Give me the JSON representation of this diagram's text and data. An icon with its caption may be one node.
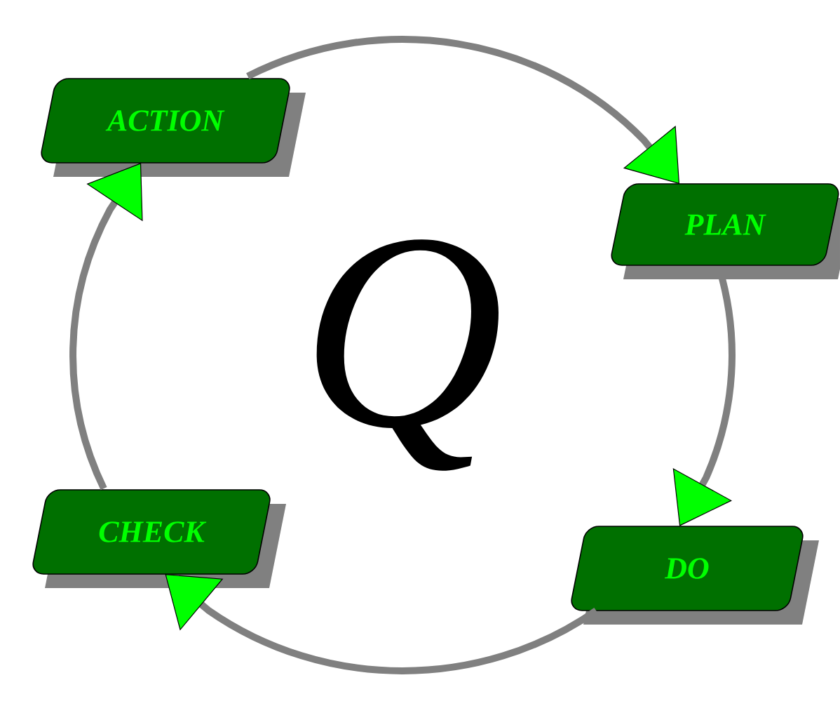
{
  "diagram": {
    "nodes": [
      {
        "text": [
          "ACTION"
        ]
      },
      {
        "text": [
          "PLAN"
        ]
      },
      {
        "text": [
          "Q"
        ]
      },
      {
        "text": [
          "CHECK"
        ]
      },
      {
        "text": [
          "DO"
        ]
      }
    ],
    "edges": [
      {
        "from": 0,
        "to": 1,
        "arrow": "to"
      },
      {
        "from": 1,
        "to": 4,
        "arrow": "to"
      },
      {
        "from": 4,
        "to": 3,
        "arrow": "to"
      },
      {
        "from": 3,
        "to": 0,
        "arrow": "to"
      }
    ]
  }
}
